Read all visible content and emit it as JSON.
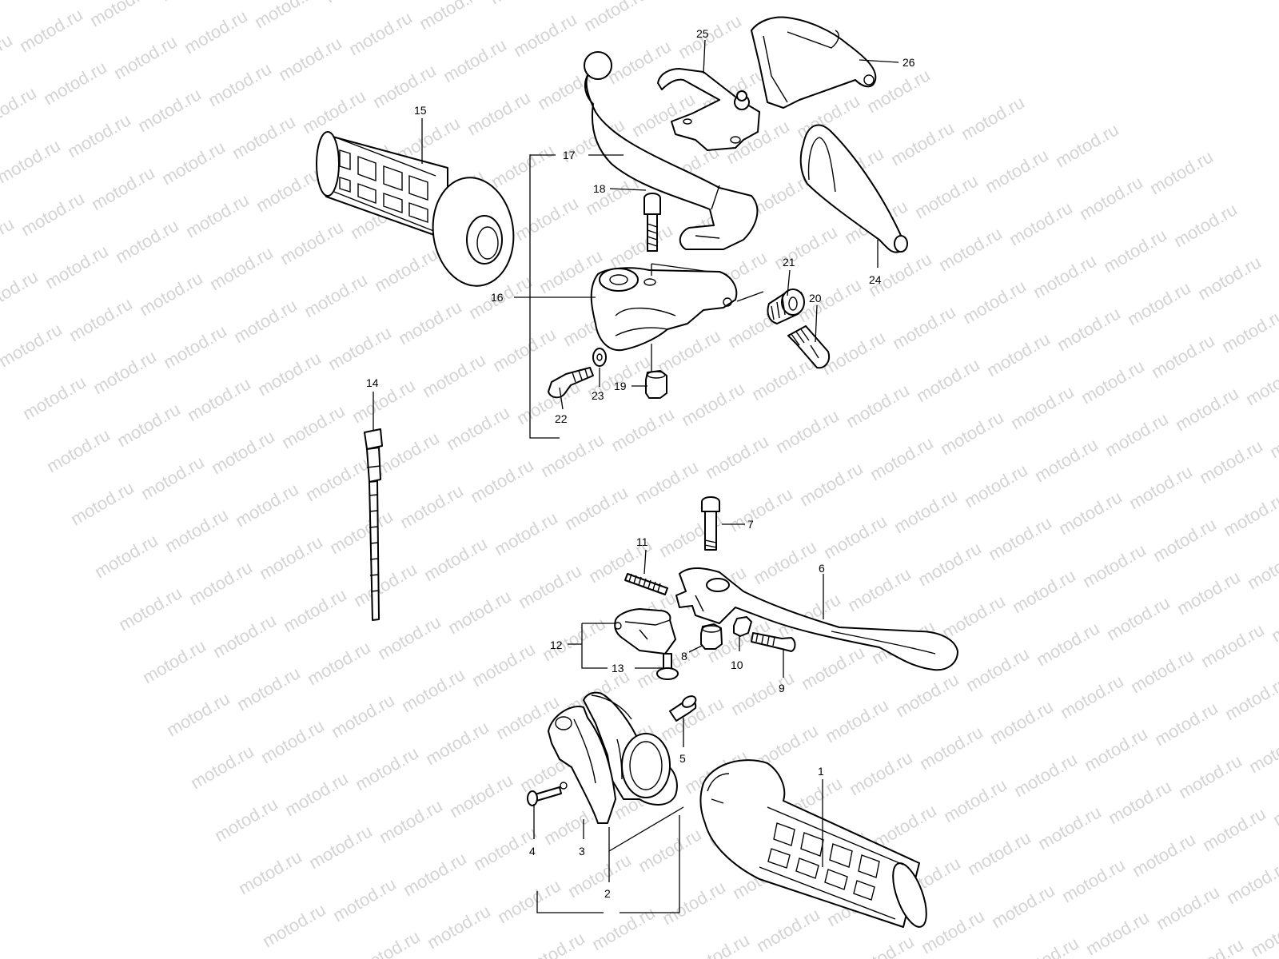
{
  "watermark": "motod.ru",
  "callouts": [
    {
      "id": "1",
      "label": "1"
    },
    {
      "id": "2",
      "label": "2"
    },
    {
      "id": "3",
      "label": "3"
    },
    {
      "id": "4",
      "label": "4"
    },
    {
      "id": "5",
      "label": "5"
    },
    {
      "id": "6",
      "label": "6"
    },
    {
      "id": "7",
      "label": "7"
    },
    {
      "id": "8",
      "label": "8"
    },
    {
      "id": "9",
      "label": "9"
    },
    {
      "id": "10",
      "label": "10"
    },
    {
      "id": "11",
      "label": "11"
    },
    {
      "id": "12",
      "label": "12"
    },
    {
      "id": "13",
      "label": "13"
    },
    {
      "id": "14",
      "label": "14"
    },
    {
      "id": "15",
      "label": "15"
    },
    {
      "id": "16",
      "label": "16"
    },
    {
      "id": "17",
      "label": "17"
    },
    {
      "id": "18",
      "label": "18"
    },
    {
      "id": "19",
      "label": "19"
    },
    {
      "id": "20",
      "label": "20"
    },
    {
      "id": "21",
      "label": "21"
    },
    {
      "id": "22",
      "label": "22"
    },
    {
      "id": "23",
      "label": "23"
    },
    {
      "id": "24",
      "label": "24"
    },
    {
      "id": "25",
      "label": "25"
    },
    {
      "id": "26",
      "label": "26"
    }
  ]
}
